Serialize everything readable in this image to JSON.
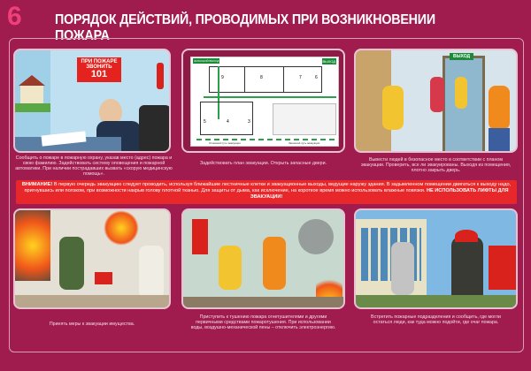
{
  "poster": {
    "number": "6",
    "title": "ПОРЯДОК ДЕЙСТВИЙ, ПРОВОДИМЫХ ПРИ ВОЗНИКНОВЕНИИ ПОЖАРА",
    "accent_color": "#a01c4f",
    "warning_color": "#e8272a"
  },
  "panels": [
    {
      "caption": "Сообщить о пожаре в пожарную охрану, указав место (адрес) пожара и свою фамилию. Задействовать систему оповещения и пожарной автоматики. При наличии пострадавших вызвать «скорую медицинскую помощь».",
      "sign_line1": "ПРИ ПОЖАРЕ",
      "sign_line2": "ЗВОНИТЬ",
      "sign_number": "101"
    },
    {
      "caption": "Задействовать план эвакуации. Открыть запасные двери.",
      "plan_exit_left": "ЗАПАСНОЙ ВЫХОД",
      "plan_exit_right": "ВЫХОД",
      "legend_main": "Основной путь эвакуации",
      "legend_reserve": "Запасной путь эвакуации",
      "rooms": [
        "9",
        "8",
        "7",
        "6",
        "5",
        "4",
        "3"
      ]
    },
    {
      "caption": "Вывести людей в безопасное место в соответствии с планом эвакуации. Проверить, все ли эвакуированы. Выходя из помещения, плотно закрыть дверь.",
      "exit_sign": "ВЫХОД"
    },
    {
      "caption": "Принять меры к эвакуации имущества."
    },
    {
      "caption": "Приступить к тушению пожара огнетушителями и другими первичными средствами пожаротушения. При использовании воды, воздушно-механической пены – отключить электроэнергию."
    },
    {
      "caption": "Встретить пожарные подразделения и сообщить, где могли остаться люди, как туда можно подойти, где очаг пожара."
    }
  ],
  "warning": {
    "lead": "ВНИМАНИЕ!",
    "text": " В первую очередь эвакуацию следует проводить, используя ближайшие лестничные клетки и эвакуационные выходы, ведущие наружу здания. В задымленном помещении двигаться к выходу надо, пригнувшись или ползком, при возможности накрыв голову плотной тканью. Для защиты от дыма, как исключение, на короткое время можно использовать влажные повязки. ",
    "tail": "НЕ ИСПОЛЬЗОВАТЬ ЛИФТЫ ДЛЯ ЭВАКУАЦИИ!"
  }
}
